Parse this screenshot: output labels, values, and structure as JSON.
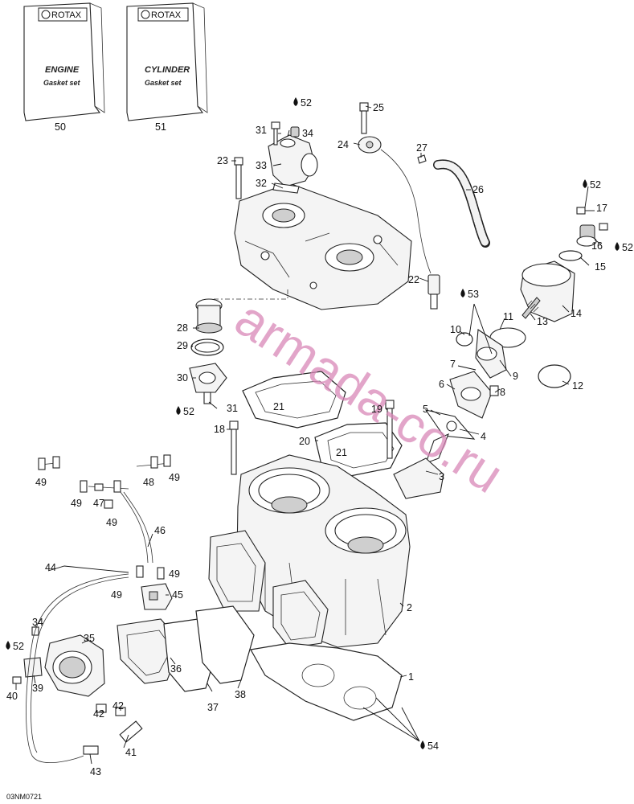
{
  "gasket_kits": [
    {
      "brand": "ROTAX",
      "title": "ENGINE",
      "subtitle": "Gasket set",
      "ref": "50"
    },
    {
      "brand": "ROTAX",
      "title": "CYLINDER",
      "subtitle": "Gasket set",
      "ref": "51"
    }
  ],
  "watermark": "armada-co.ru",
  "figure_code": "03NM0721",
  "callouts": [
    {
      "id": "c1",
      "label": "1",
      "drop": false
    },
    {
      "id": "c2",
      "label": "2",
      "drop": false
    },
    {
      "id": "c3",
      "label": "3",
      "drop": false
    },
    {
      "id": "c4",
      "label": "4",
      "drop": false
    },
    {
      "id": "c5",
      "label": "5",
      "drop": false
    },
    {
      "id": "c6",
      "label": "6",
      "drop": false
    },
    {
      "id": "c7",
      "label": "7",
      "drop": false
    },
    {
      "id": "c8",
      "label": "8",
      "drop": false
    },
    {
      "id": "c9",
      "label": "9",
      "drop": false
    },
    {
      "id": "c10",
      "label": "10",
      "drop": false
    },
    {
      "id": "c11",
      "label": "11",
      "drop": false
    },
    {
      "id": "c12",
      "label": "12",
      "drop": false
    },
    {
      "id": "c13",
      "label": "13",
      "drop": false
    },
    {
      "id": "c14",
      "label": "14",
      "drop": false
    },
    {
      "id": "c15",
      "label": "15",
      "drop": false
    },
    {
      "id": "c16",
      "label": "16",
      "drop": false
    },
    {
      "id": "c17",
      "label": "17",
      "drop": false
    },
    {
      "id": "c18",
      "label": "18",
      "drop": false
    },
    {
      "id": "c19",
      "label": "19",
      "drop": false
    },
    {
      "id": "c20",
      "label": "20",
      "drop": false
    },
    {
      "id": "c21a",
      "label": "21",
      "drop": false
    },
    {
      "id": "c21b",
      "label": "21",
      "drop": false
    },
    {
      "id": "c22",
      "label": "22",
      "drop": false
    },
    {
      "id": "c23",
      "label": "23",
      "drop": false
    },
    {
      "id": "c24",
      "label": "24",
      "drop": false
    },
    {
      "id": "c25",
      "label": "25",
      "drop": false
    },
    {
      "id": "c26",
      "label": "26",
      "drop": false
    },
    {
      "id": "c27",
      "label": "27",
      "drop": false
    },
    {
      "id": "c28",
      "label": "28",
      "drop": false
    },
    {
      "id": "c29",
      "label": "29",
      "drop": false
    },
    {
      "id": "c30",
      "label": "30",
      "drop": false
    },
    {
      "id": "c31a",
      "label": "31",
      "drop": false
    },
    {
      "id": "c31b",
      "label": "31",
      "drop": false
    },
    {
      "id": "c32",
      "label": "32",
      "drop": false
    },
    {
      "id": "c33",
      "label": "33",
      "drop": false
    },
    {
      "id": "c34a",
      "label": "34",
      "drop": false
    },
    {
      "id": "c34b",
      "label": "34",
      "drop": false
    },
    {
      "id": "c35",
      "label": "35",
      "drop": false
    },
    {
      "id": "c36",
      "label": "36",
      "drop": false
    },
    {
      "id": "c37",
      "label": "37",
      "drop": false
    },
    {
      "id": "c38",
      "label": "38",
      "drop": false
    },
    {
      "id": "c39",
      "label": "39",
      "drop": false
    },
    {
      "id": "c40",
      "label": "40",
      "drop": false
    },
    {
      "id": "c41",
      "label": "41",
      "drop": false
    },
    {
      "id": "c42a",
      "label": "42",
      "drop": false
    },
    {
      "id": "c42b",
      "label": "42",
      "drop": false
    },
    {
      "id": "c43",
      "label": "43",
      "drop": false
    },
    {
      "id": "c44",
      "label": "44",
      "drop": false
    },
    {
      "id": "c45",
      "label": "45",
      "drop": false
    },
    {
      "id": "c46",
      "label": "46",
      "drop": false
    },
    {
      "id": "c47",
      "label": "47",
      "drop": false
    },
    {
      "id": "c48",
      "label": "48",
      "drop": false
    },
    {
      "id": "c49a",
      "label": "49",
      "drop": false
    },
    {
      "id": "c49b",
      "label": "49",
      "drop": false
    },
    {
      "id": "c49c",
      "label": "49",
      "drop": false
    },
    {
      "id": "c49d",
      "label": "49",
      "drop": false
    },
    {
      "id": "c49e",
      "label": "49",
      "drop": false
    },
    {
      "id": "c49f",
      "label": "49",
      "drop": false
    },
    {
      "id": "c52a",
      "label": "52",
      "drop": true
    },
    {
      "id": "c52b",
      "label": "52",
      "drop": true
    },
    {
      "id": "c52c",
      "label": "52",
      "drop": true
    },
    {
      "id": "c52d",
      "label": "52",
      "drop": true
    },
    {
      "id": "c52e",
      "label": "52",
      "drop": true
    },
    {
      "id": "c53",
      "label": "53",
      "drop": true
    },
    {
      "id": "c54",
      "label": "54",
      "drop": true
    }
  ]
}
